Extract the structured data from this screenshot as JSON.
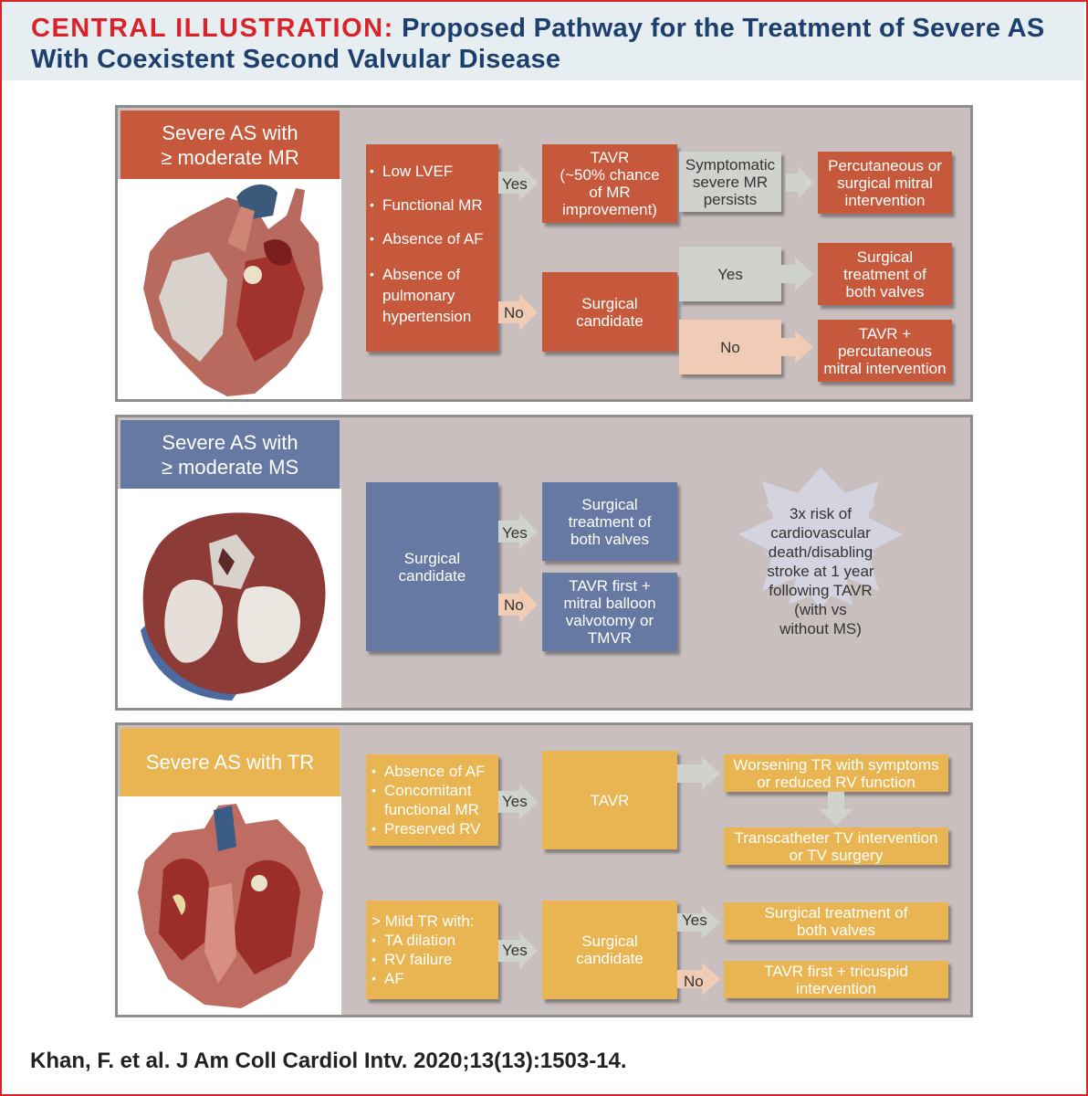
{
  "header": {
    "label": "CENTRAL ILLUSTRATION:",
    "title": "Proposed Pathway for the Treatment of Severe AS With Coexistent Second Valvular Disease"
  },
  "colors": {
    "accent_red": "#d8232a",
    "title_blue": "#1c3f6e",
    "mr_orange": "#c6583b",
    "ms_blue": "#6579a3",
    "tr_yellow": "#e9b452",
    "panel_bg": "#c9bfbf"
  },
  "panels": {
    "mr": {
      "title": "Severe AS with\n≥ moderate MR",
      "criteria": [
        "Low LVEF",
        "Functional MR",
        "Absence of AF",
        "Absence of pulmonary hypertension"
      ],
      "yes_label": "Yes",
      "no_label": "No",
      "tavr": "TAVR\n(~50% chance\nof MR\nimprovement)",
      "persists": "Symptomatic\nsevere MR\npersists",
      "percutaneous": "Percutaneous or\nsurgical mitral\nintervention",
      "surgical_candidate": "Surgical\ncandidate",
      "yes_box": "Yes",
      "no_box": "No",
      "surgical_both": "Surgical\ntreatment of\nboth valves",
      "tavr_percutaneous": "TAVR +\npercutaneous\nmitral intervention"
    },
    "ms": {
      "title": "Severe AS with\n≥ moderate MS",
      "surgical_candidate": "Surgical\ncandidate",
      "yes_label": "Yes",
      "no_label": "No",
      "surgical_both": "Surgical\ntreatment of\nboth valves",
      "tavr_first": "TAVR first +\nmitral balloon\nvalvotomy or\nTMVR",
      "risk": "3x risk of\ncardiovascular\ndeath/disabling\nstroke at 1 year\nfollowing TAVR\n(with vs\nwithout MS)"
    },
    "tr": {
      "title": "Severe AS with TR",
      "criteria": [
        "Absence of AF",
        "Concomitant functional MR",
        "Preserved RV"
      ],
      "yes_label_1": "Yes",
      "tavr": "TAVR",
      "worsening": "Worsening TR with symptoms\nor reduced RV function",
      "transcatheter": "Transcatheter TV intervention\nor TV surgery",
      "mild_header": "> Mild TR with:",
      "mild_items": [
        "TA dilation",
        "RV failure",
        "AF"
      ],
      "yes_label_2": "Yes",
      "surgical_candidate": "Surgical\ncandidate",
      "yes_label_3": "Yes",
      "no_label_3": "No",
      "surgical_both": "Surgical treatment of\nboth valves",
      "tavr_tricuspid": "TAVR first + tricuspid\nintervention"
    }
  },
  "citation": "Khan, F. et al. J Am Coll Cardiol Intv. 2020;13(13):1503-14."
}
